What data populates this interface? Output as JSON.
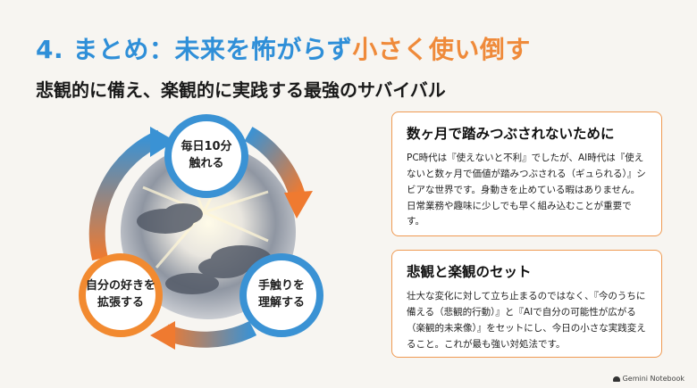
{
  "title": {
    "part1": "4. まとめ：未来を怖がらず",
    "part2": "小さく使い倒す"
  },
  "subtitle": "悲観的に備え、楽観的に実践する最強のサバイバル",
  "cycle": {
    "nodes": [
      {
        "label": "毎日10分\n触れる"
      },
      {
        "label": "手触りを\n理解する"
      },
      {
        "label": "自分の好きを\n拡張する"
      }
    ]
  },
  "cards": [
    {
      "heading": "数ヶ月で踏みつぶされないために",
      "body": "PC時代は『使えないと不利』でしたが、AI時代は『使えないと数ヶ月で価値が踏みつぶされる（ギュられる）』シビアな世界です。身動きを止めている暇はありません。日常業務や趣味に少しでも早く組み込むことが重要です。"
    },
    {
      "heading": "悲観と楽観のセット",
      "body": "壮大な変化に対して立ち止まるのではなく、『今のうちに備える（悲観的行動）』と『AIで自分の可能性が広がる（楽観的未来像）』をセットにし、今日の小さな実践変えること。これが最も強い対処法です。"
    }
  ],
  "footer": {
    "brand": "Gemini Notebook",
    "logo_icon": "notebook-logo-icon"
  },
  "colors": {
    "blue": "#2f8fd8",
    "orange": "#ef8a3a",
    "card_border": "#ef9a52"
  }
}
